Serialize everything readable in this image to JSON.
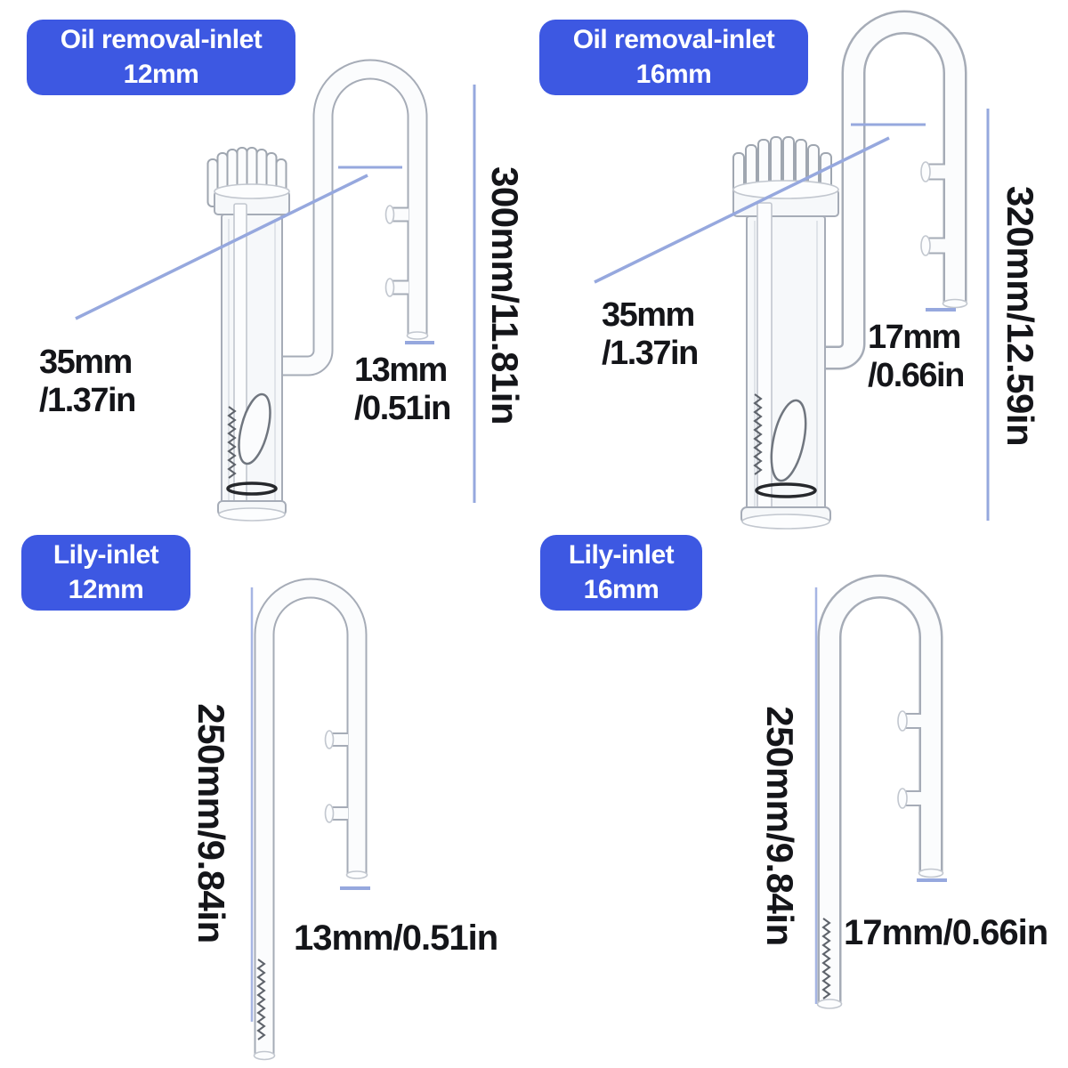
{
  "colors": {
    "background": "#FFFFFF",
    "badge_bg": "#3D58E2",
    "badge_text": "#FFFFFF",
    "dimension_text": "#141519",
    "annotation_line": "#96A8DE",
    "glass_outline": "#A6ACB7"
  },
  "products": {
    "top_left": {
      "badge": {
        "line1": "Oil removal-inlet",
        "line2": "12mm"
      },
      "illustration": "oil-removal-skimmer-inlet-glass-pipe",
      "annotations": {
        "diameter": {
          "line1": "35mm",
          "line2": "/1.37in"
        },
        "outlet": {
          "line1": "13mm",
          "line2": "/0.51in"
        },
        "height": "300mm/11.81in"
      }
    },
    "top_right": {
      "badge": {
        "line1": "Oil removal-inlet",
        "line2": "16mm"
      },
      "illustration": "oil-removal-skimmer-inlet-glass-pipe",
      "annotations": {
        "diameter": {
          "line1": "35mm",
          "line2": "/1.37in"
        },
        "outlet": {
          "line1": "17mm",
          "line2": "/0.66in"
        },
        "height": "320mm/12.59in"
      }
    },
    "bottom_left": {
      "badge": {
        "line1": "Lily-inlet",
        "line2": "12mm"
      },
      "illustration": "lily-inlet-glass-pipe",
      "annotations": {
        "height": "250mm/9.84in",
        "outlet": "13mm/0.51in"
      }
    },
    "bottom_right": {
      "badge": {
        "line1": "Lily-inlet",
        "line2": "16mm"
      },
      "illustration": "lily-inlet-glass-pipe",
      "annotations": {
        "height": "250mm/9.84in",
        "outlet": "17mm/0.66in"
      }
    }
  }
}
